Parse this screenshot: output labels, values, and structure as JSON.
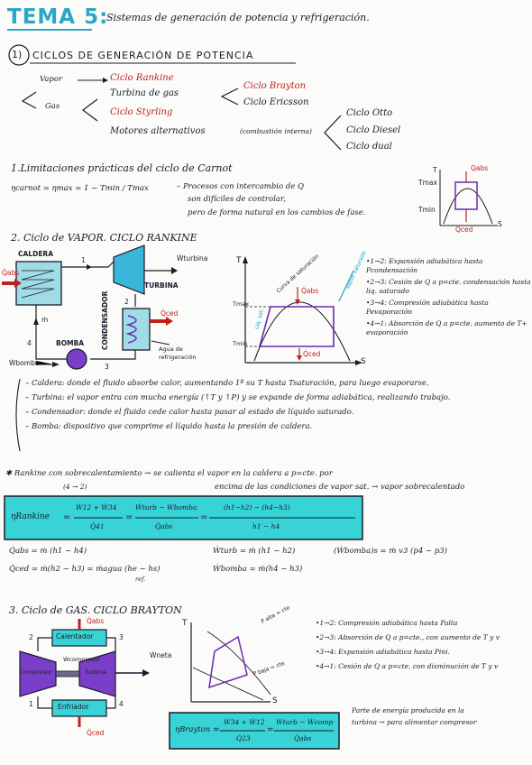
{
  "header": {
    "title": "TEMA 5:",
    "subtitle": "Sistemas de generación de potencia y refrigeración."
  },
  "section1": {
    "number": "1)",
    "heading": "CICLOS DE GENERACIÓN DE POTENCIA",
    "vapor": "Vapor",
    "gas": "Gas",
    "rankine": "Ciclo Rankine",
    "turbina_gas": "Turbina de gas",
    "stirling": "Ciclo Styrling",
    "motores": "Motores alternativos",
    "combustion": "(combustión interna)",
    "brayton": "Ciclo Brayton",
    "ericsson": "Ciclo Ericsson",
    "otto": "Ciclo Otto",
    "diesel": "Ciclo Diesel",
    "dual": "Ciclo dual"
  },
  "limitaciones": {
    "heading": "1.Limitaciones prácticas del ciclo de Carnot",
    "formula": "ηcarnot = ηmax = 1 − Tmin / Tmax",
    "note1": "– Procesos con intercambio de Q",
    "note2": "son difíciles de controlar,",
    "note3": "pero de forma natural en los cambios de fase.",
    "qabs": "Qabs",
    "qced": "Qced",
    "tmax": "Tmax",
    "tmin": "Tmin",
    "t_axis": "T",
    "s_axis": "S"
  },
  "rankine": {
    "heading": "2. Ciclo de VAPOR. CICLO RANKINE",
    "caldera": "CALDERA",
    "turbina": "TURBINA",
    "condensador": "CONDENSADOR",
    "bomba": "BOMBA",
    "wturbina": "Ẇturbina",
    "wbomba": "Ẇbomba",
    "qabs": "Q̇abs",
    "qced": "Q̇ced",
    "agua_refrig": "Agua de refrigeración",
    "mdot": "ṁ",
    "n1": "1",
    "n2": "2",
    "n3": "3",
    "n4": "4",
    "t_axis": "T",
    "s_axis": "S",
    "tmax": "Tmax",
    "tmin": "Tmin",
    "curva": "Curva de saturación",
    "vap_sat": "Vapor saturado",
    "liq_sat": "Liq. sat.",
    "steps": [
      "•1→2: Expansión adiabática hasta Pcondensación",
      "•2→3: Cesión de Q a p=cte. condensación hasta liq. saturado",
      "•3→4: Compresión adiabática hasta Pevaporación",
      "•4→1: Absorción de Q a p=cte. aumento de T+ evaporación"
    ],
    "components": [
      "– Caldera: donde el fluido absorbe calor, aumentando 1º su T hasta Tsaturación, para luego evaporarse.",
      "– Turbina: el vapor entra con mucha energía (↑T y ↑P) y se expande de forma adiabática, realizando trabajo.",
      "– Condensador: donde el fluido cede calor hasta pasar al estado de líquido saturado.",
      "– Bomba: dispositivo que comprime el líquido hasta la presión de caldera."
    ]
  },
  "sobre": {
    "line1": "✱ Rankine con sobrecalentamiento → se calienta el vapor en la caldera a p=cte. por",
    "line2": "encima de las condiciones de vapor sat. → vapor sobrecalentado",
    "tag": "(4 → 2)"
  },
  "eq_rankine": {
    "lhs": "ηRankine",
    "f1_num": "Ẇ12 + Ẇ34",
    "f1_den": "Q̇41",
    "f2_num": "Ẇturb − Ẇbomba",
    "f2_den": "Q̇abs",
    "f3_num": "(h1−h2) − (h4−h3)",
    "f3_den": "h1 − h4"
  },
  "rank_eqs": {
    "qabs": "Q̇abs = ṁ (h1 − h4)",
    "qced": "Q̇ced = ṁ(h2 − h3) = ṁagua (he − hs)",
    "ref": "ref.",
    "wturb": "Ẇturb = ṁ (h1 − h2)",
    "wbomba": "Ẇbomba = ṁ(h4 − h3)",
    "wbomba_s": "(Ẇbomba)s = ṁ v3 (p4 − p3)"
  },
  "brayton": {
    "heading": "3. Ciclo de GAS. CICLO BRAYTON",
    "calentador": "Calentador",
    "compresor": "Compresor",
    "turbina": "Turbina",
    "enfriador": "Enfriador",
    "wcompresor": "Ẇcompresor",
    "wneta": "Ẇneta",
    "qabs": "Q̇abs",
    "qced": "Q̇ced",
    "n1": "1",
    "n2": "2",
    "n3": "3",
    "n4": "4",
    "t_axis": "T",
    "s_axis": "S",
    "p_alta": "P alta = cte",
    "p_baja": "P baja = cte",
    "steps": [
      "•1→2: Compresión adiabática hasta Palta",
      "•2→3: Absorción de Q a p=cte., con aumento de T y v",
      "•3→4: Expansión adiabática hasta Pini.",
      "•4→1: Cesión de Q a p=cte, con disminución de T y v"
    ],
    "note1": "Parte de energía producida en la",
    "note2": "turbina → para alimentar compresor"
  },
  "eq_brayton": {
    "lhs": "ηBrayton",
    "f1_num": "Ẇ34 + Ẇ12",
    "f1_den": "Q̇23",
    "f2_num": "Ẇturb − Ẇcomp",
    "f2_den": "Q̇abs"
  }
}
